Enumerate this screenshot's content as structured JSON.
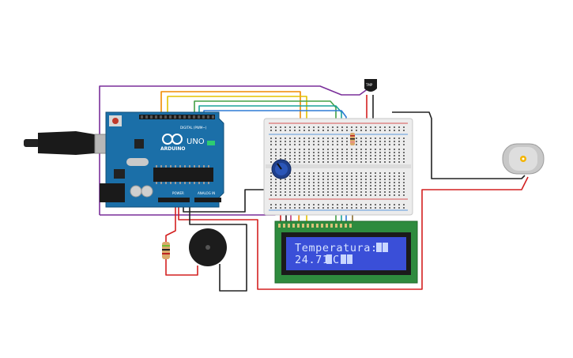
{
  "board": {
    "model": "UNO",
    "brand": "ARDUINO",
    "header_digital": "DIGITAL (PWM~)",
    "header_power": "POWER",
    "header_analog": "ANALOG IN"
  },
  "lcd": {
    "line1": "Temperatura: ",
    "line2_value": "24.71",
    "line2_unit": "C"
  },
  "sensor": {
    "label": "TMP"
  },
  "colors": {
    "wire_red": "#d32020",
    "wire_black": "#222222",
    "wire_purple": "#7a2f9a",
    "wire_orange": "#f08a00",
    "wire_yellow": "#e3c200",
    "wire_green": "#43a047",
    "wire_teal": "#1aa39a",
    "wire_blue": "#2e7bd6",
    "board_blue": "#1b6fa8",
    "lcd_green": "#2e8b3e",
    "lcd_screen": "#3a4fd8"
  }
}
